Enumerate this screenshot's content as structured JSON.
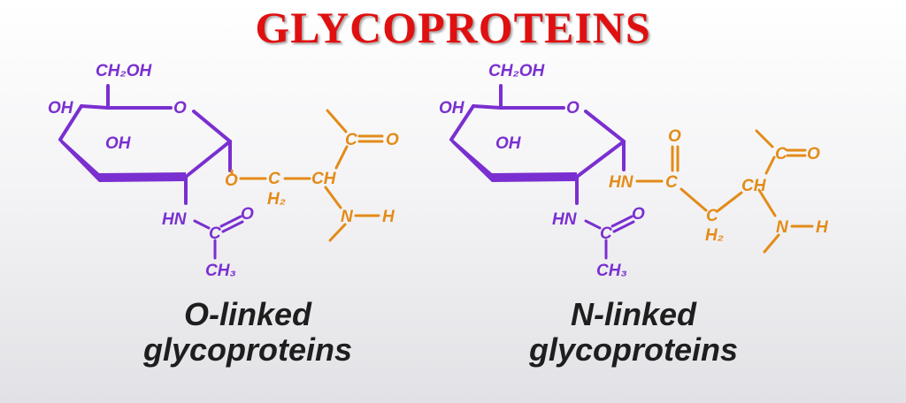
{
  "title": "GLYCOPROTEINS",
  "colors": {
    "title": "#e01010",
    "sugar": "#7a2fd0",
    "linkage": "#e38b17",
    "caption": "#1e1e1e"
  },
  "o_linked": {
    "labels": {
      "ch2oh": "CH₂OH",
      "oh_left": "OH",
      "ring_o": "O",
      "oh_inner": "OH",
      "link_o": "O",
      "c": "C",
      "h2": "H₂",
      "ch": "CH",
      "carbonyl_c": "C",
      "carbonyl_o": "O",
      "n": "N",
      "nh_h": "H",
      "hn": "HN",
      "acetyl_c": "C",
      "acetyl_o": "O",
      "ch3": "CH₃"
    },
    "caption_line1": "O-linked",
    "caption_line2": "glycoproteins"
  },
  "n_linked": {
    "labels": {
      "ch2oh": "CH₂OH",
      "oh_left": "OH",
      "ring_o": "O",
      "oh_inner": "OH",
      "hn_link": "HN",
      "c": "C",
      "c_o": "O",
      "c2": "C",
      "h2": "H₂",
      "ch": "CH",
      "carbonyl_c": "C",
      "carbonyl_o": "O",
      "n": "N",
      "nh_h": "H",
      "hn": "HN",
      "acetyl_c": "C",
      "acetyl_o": "O",
      "ch3": "CH₃"
    },
    "caption_line1": "N-linked",
    "caption_line2": "glycoproteins"
  }
}
